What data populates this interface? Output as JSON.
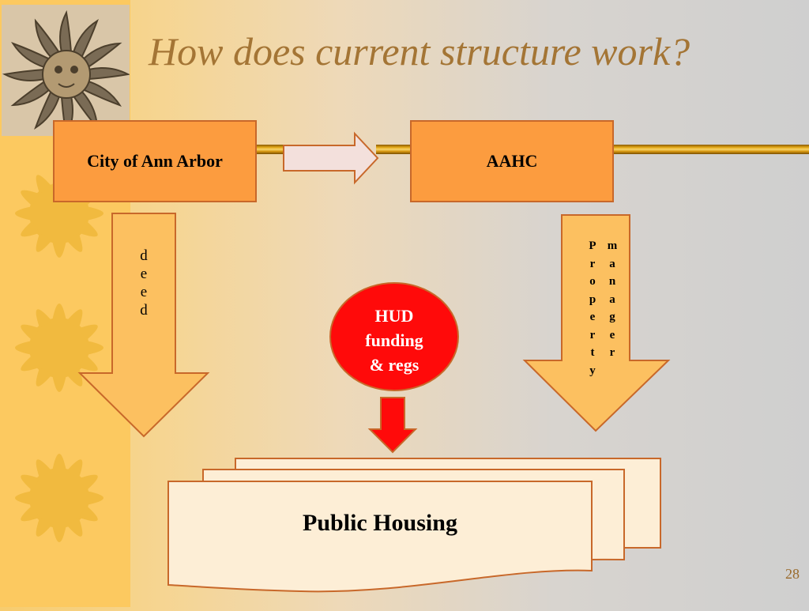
{
  "slide": {
    "title": "How does current structure work?",
    "page_number": "28"
  },
  "diagram": {
    "city_box": "City of Ann Arbor",
    "aahc_box": "AAHC",
    "deed_arrow_label": "deed",
    "property_manager_label": [
      "Property",
      "manager"
    ],
    "hud_circle": [
      "HUD",
      "funding",
      "& regs"
    ],
    "public_housing": "Public Housing"
  },
  "colors": {
    "box_fill": "#fc9c3f",
    "arrow_fill": "#fcc060",
    "hud_fill": "#ff0a0a",
    "document_fill": "#fdeed6",
    "title_color": "#a47535"
  },
  "icons": {
    "logo": "sun-face-icon",
    "side_decoration": "sun-icon"
  }
}
